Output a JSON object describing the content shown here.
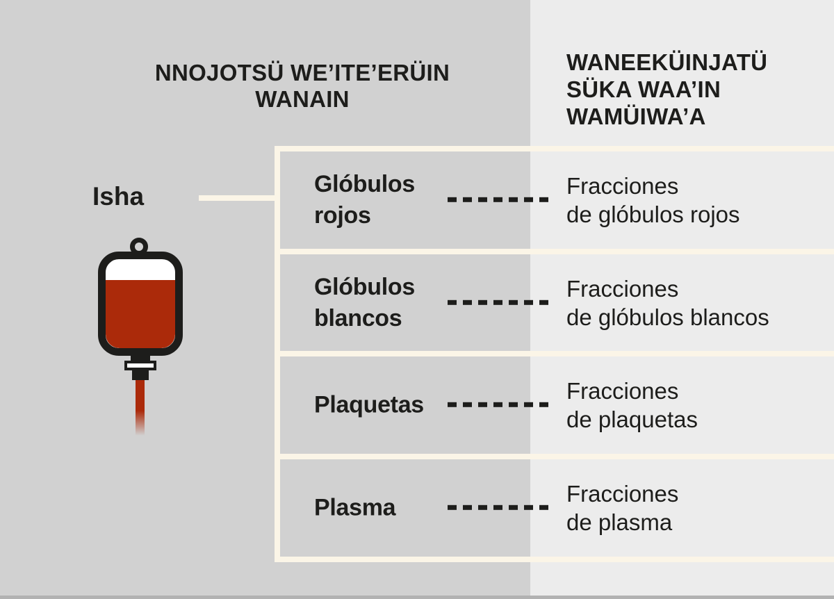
{
  "colors": {
    "bg_left": "#d1d1d1",
    "bg_right": "#ececec",
    "line_cream": "#fbf5e7",
    "text": "#1d1d1b",
    "blood_red": "#ab2a0a",
    "bottom_strip": "#b2b2b2"
  },
  "header_left": {
    "line1": "NNOJOTSÜ WE’ITE’ERÜIN",
    "line2": "WANAIN"
  },
  "header_right": {
    "line1": "WANEEKÜINJATÜ",
    "line2": "SÜKA WAA’IN",
    "line3": "WAMÜIWA’A"
  },
  "source": {
    "label": "Isha",
    "icon": "blood-bag-icon"
  },
  "rows": [
    {
      "label_line1": "Glóbulos",
      "label_line2": "rojos",
      "fraction_line1": "Fracciones",
      "fraction_line2": "de glóbulos rojos"
    },
    {
      "label_line1": "Glóbulos",
      "label_line2": "blancos",
      "fraction_line1": "Fracciones",
      "fraction_line2": "de glóbulos blancos"
    },
    {
      "label_line1": "Plaquetas",
      "label_line2": "",
      "fraction_line1": "Fracciones",
      "fraction_line2": "de plaquetas"
    },
    {
      "label_line1": "Plasma",
      "label_line2": "",
      "fraction_line1": "Fracciones",
      "fraction_line2": "de plasma"
    }
  ]
}
